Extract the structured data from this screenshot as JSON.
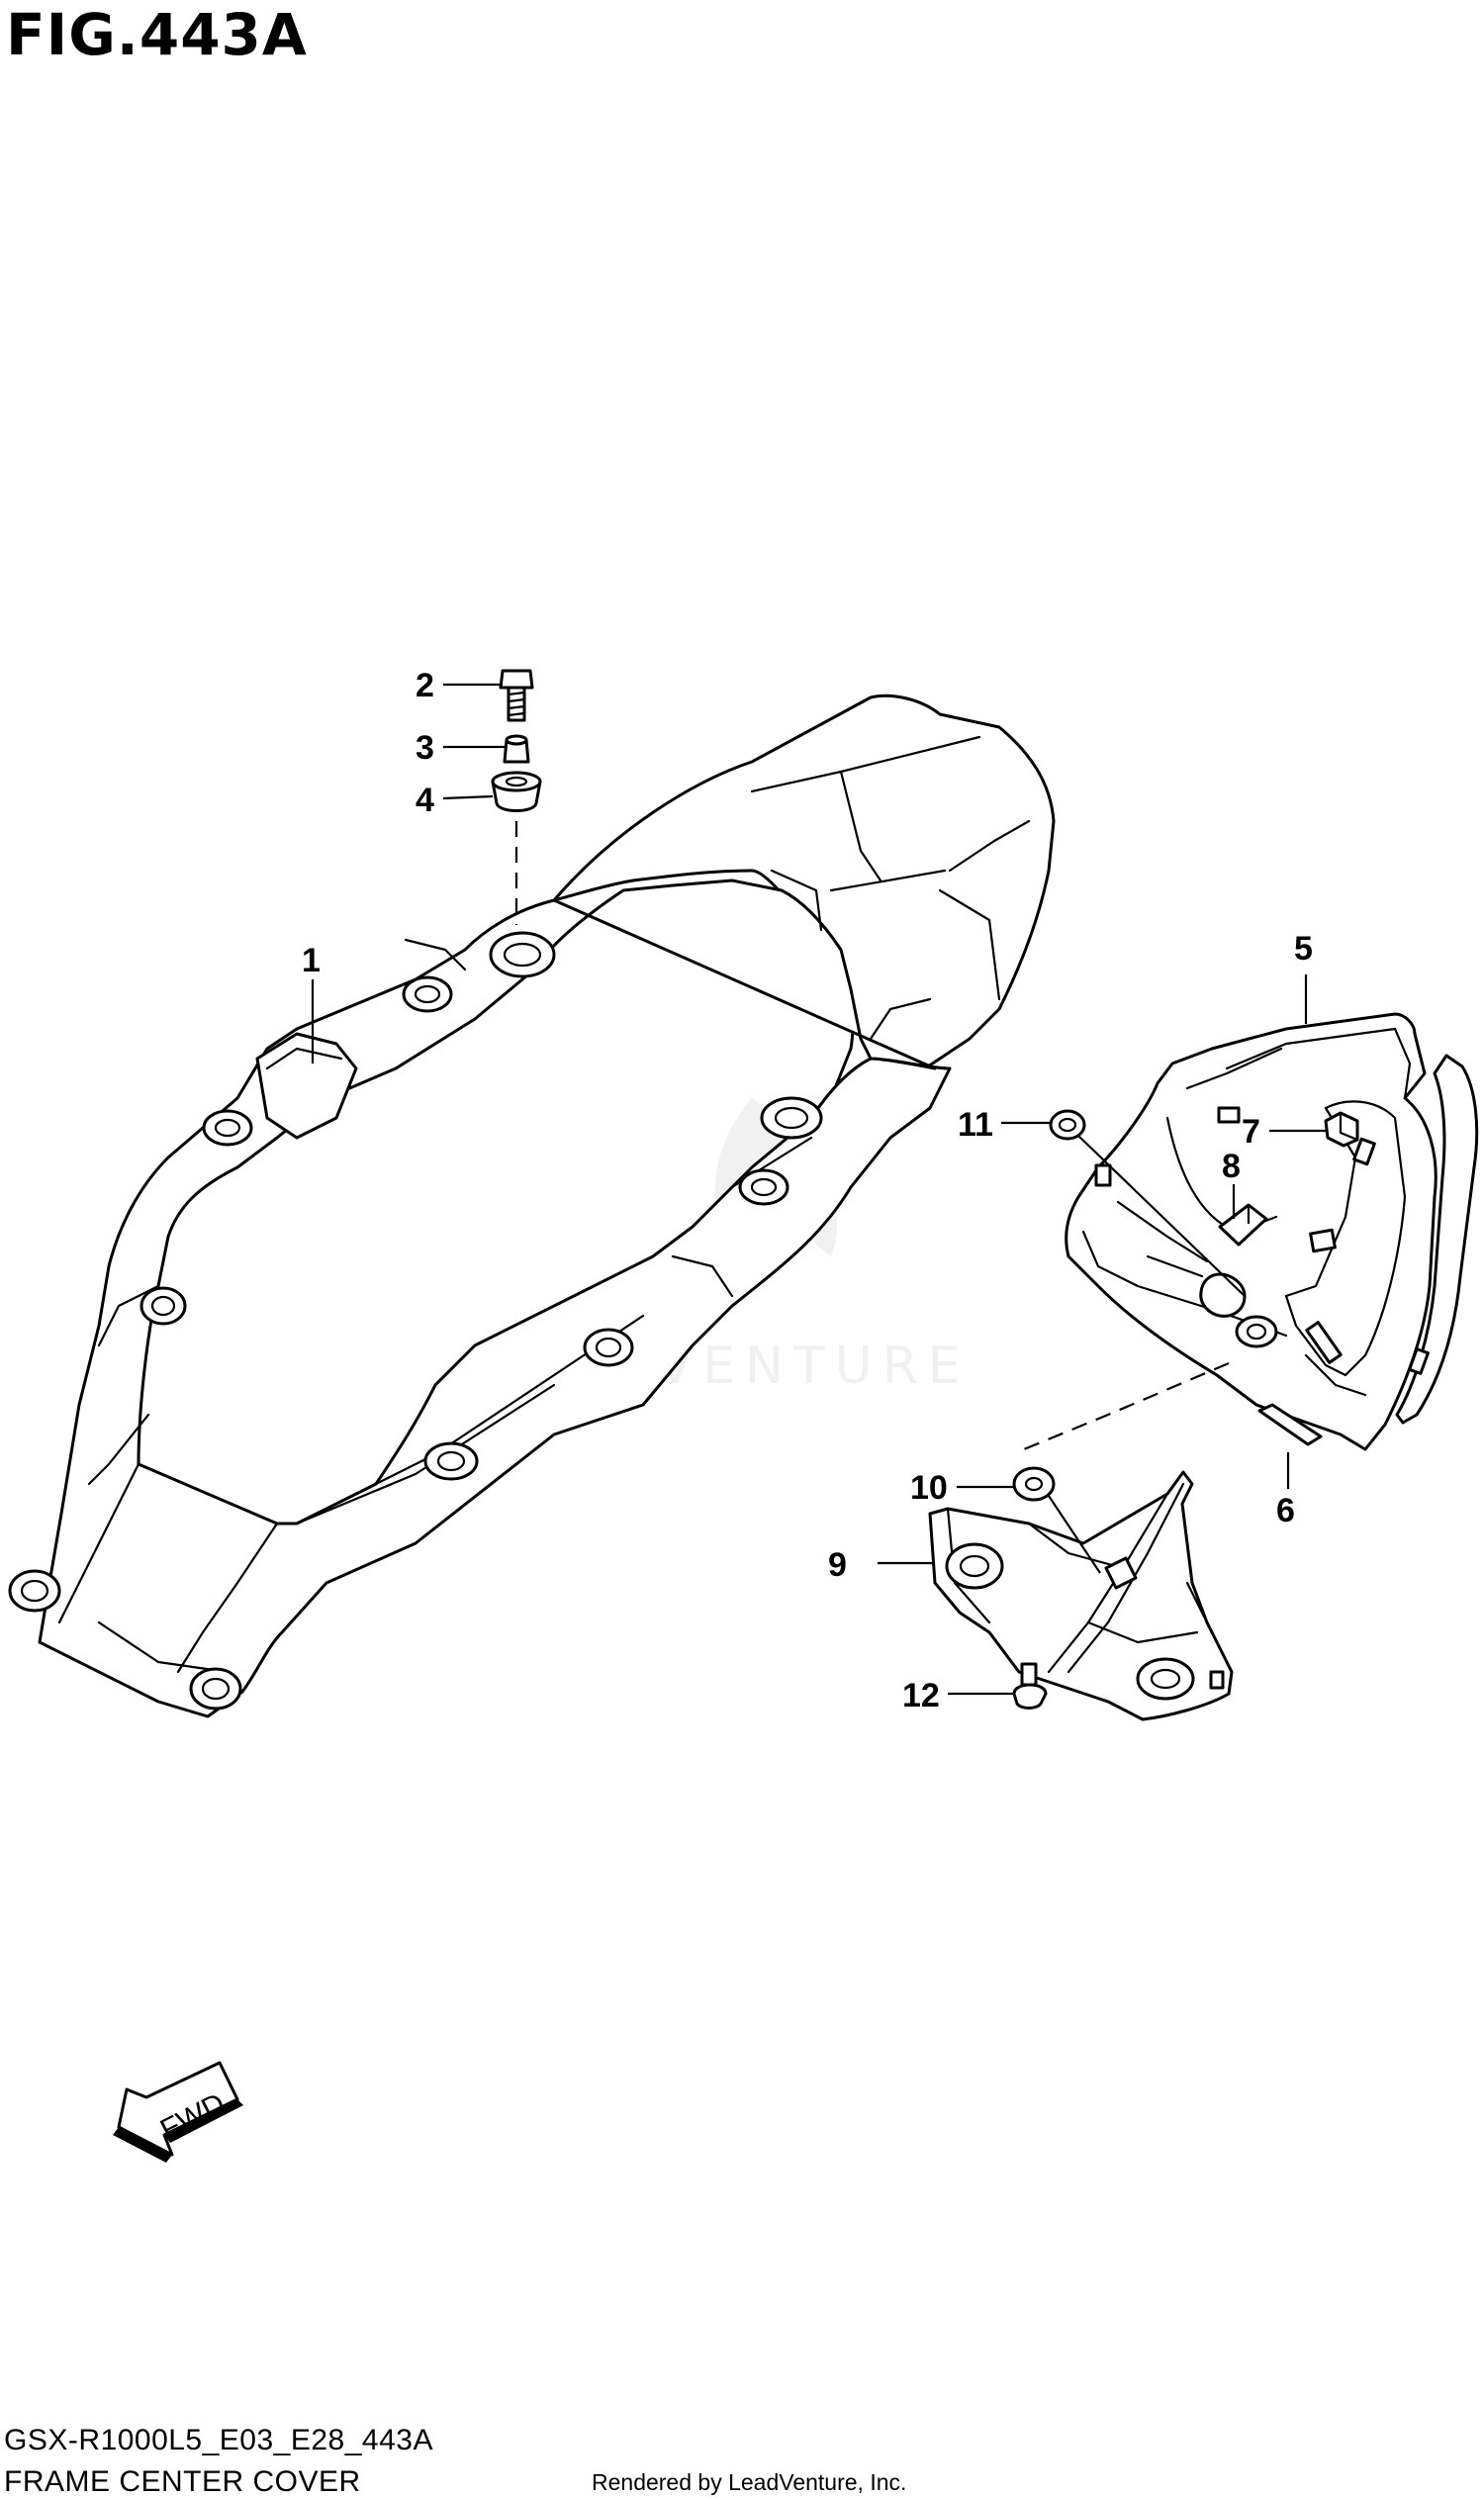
{
  "figure": {
    "title": "FIG.443A",
    "code": "GSX-R1000L5_E03_E28_443A",
    "name": "FRAME CENTER COVER",
    "rendered_by": "Rendered by LeadVenture, Inc.",
    "watermark": "LEADVENTURE"
  },
  "fwd_label": "FWD",
  "callouts": [
    {
      "id": "c1",
      "label": "1"
    },
    {
      "id": "c2",
      "label": "2"
    },
    {
      "id": "c3",
      "label": "3"
    },
    {
      "id": "c4",
      "label": "4"
    },
    {
      "id": "c5",
      "label": "5"
    },
    {
      "id": "c6",
      "label": "6"
    },
    {
      "id": "c7",
      "label": "7"
    },
    {
      "id": "c8",
      "label": "8"
    },
    {
      "id": "c9",
      "label": "9"
    },
    {
      "id": "c10",
      "label": "10"
    },
    {
      "id": "c11",
      "label": "11"
    },
    {
      "id": "c12",
      "label": "12"
    }
  ]
}
